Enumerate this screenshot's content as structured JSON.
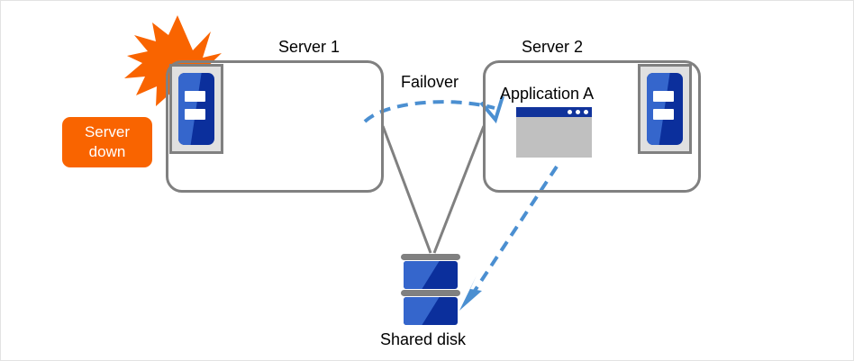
{
  "diagram": {
    "title_server1": "Server 1",
    "title_server2": "Server 2",
    "failover_label": "Failover",
    "application_label": "Application A",
    "shared_disk_label": "Shared disk",
    "status_badge": {
      "line1": "Server",
      "line2": "down"
    },
    "icons": {
      "server1": "server-icon",
      "server2": "server-icon",
      "application_window": "application-window-icon",
      "shared_disk": "disk-stack-icon",
      "failure": "lightning-burst-icon"
    },
    "colors": {
      "badge_orange": "#f96400",
      "burst_orange": "#f96400",
      "box_border_gray": "#808080",
      "arrow_blue": "#4b8fd1",
      "server_blue_dark": "#0b2f9c",
      "server_blue_light": "#3566cc",
      "window_titlebar": "#11339b",
      "window_body": "#c0c0c0",
      "icon_backdrop": "#e0e0e0"
    }
  }
}
